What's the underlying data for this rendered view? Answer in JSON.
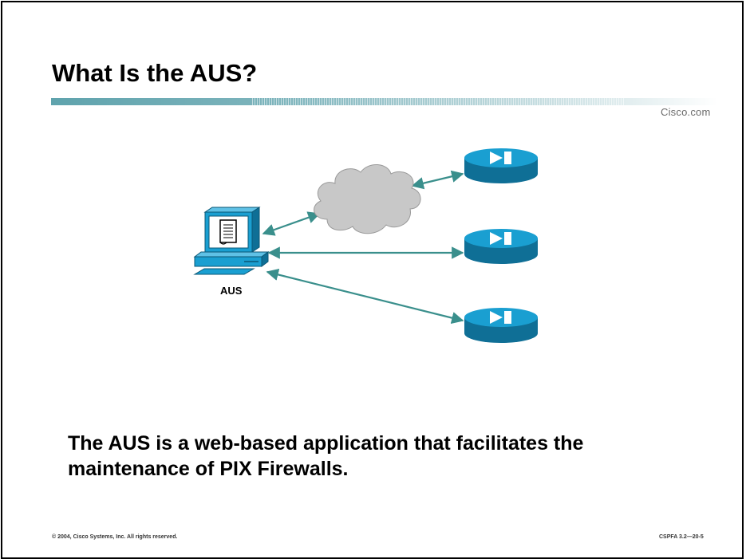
{
  "slide": {
    "title": "What Is the AUS?",
    "brand": "Cisco.com",
    "caption": "The AUS is a web-based application that facilitates the maintenance of PIX Firewalls.",
    "footer_left": "© 2004, Cisco Systems, Inc. All rights reserved.",
    "footer_right": "CSPFA 3.2—20-5"
  },
  "diagram": {
    "server_label": "AUS",
    "nodes": [
      {
        "id": "aus-server",
        "type": "workstation",
        "label": "AUS"
      },
      {
        "id": "internet-cloud",
        "type": "cloud",
        "label": ""
      },
      {
        "id": "pix-firewall-1",
        "type": "pix-firewall",
        "label": ""
      },
      {
        "id": "pix-firewall-2",
        "type": "pix-firewall",
        "label": ""
      },
      {
        "id": "pix-firewall-3",
        "type": "pix-firewall",
        "label": ""
      }
    ],
    "edges": [
      {
        "from": "aus-server",
        "to": "internet-cloud",
        "direction": "both"
      },
      {
        "from": "internet-cloud",
        "to": "pix-firewall-1",
        "direction": "both"
      },
      {
        "from": "aus-server",
        "to": "pix-firewall-2",
        "direction": "both"
      },
      {
        "from": "aus-server",
        "to": "pix-firewall-3",
        "direction": "both"
      }
    ]
  },
  "colors": {
    "link": "#3a8f8c",
    "device": "#1a9fd1",
    "device_dark": "#0f6f96",
    "cloud": "#c8c8c8",
    "title_bar": "#5fa3ad"
  }
}
